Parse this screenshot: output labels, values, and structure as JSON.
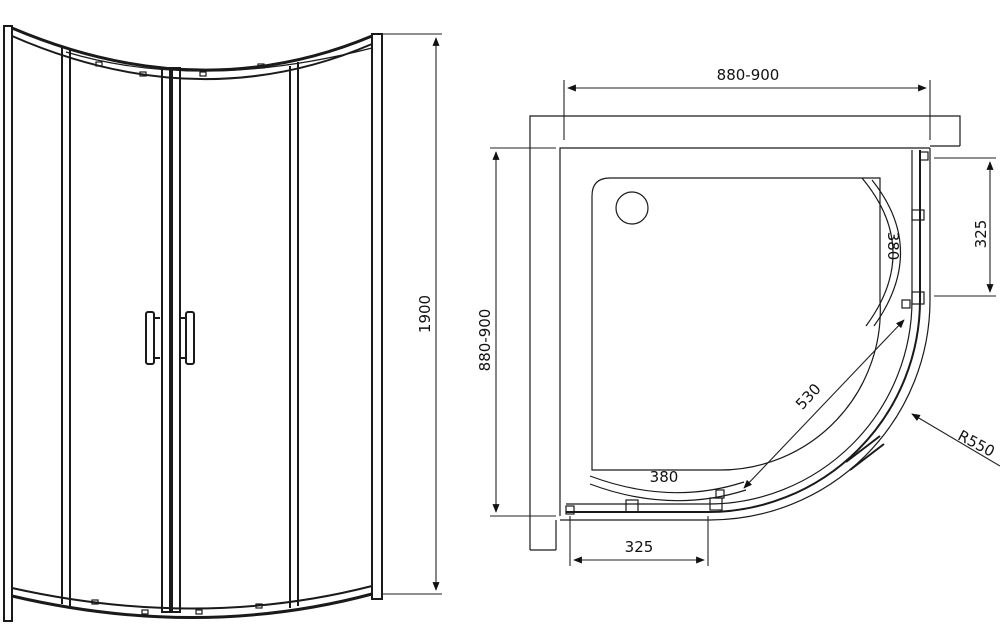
{
  "front_view": {
    "height_label": "1900"
  },
  "plan_view": {
    "top_width_label": "880-900",
    "left_depth_label": "880-900",
    "right_offset_label": "325",
    "bottom_offset_label": "325",
    "door_right_label": "380",
    "door_bottom_label": "380",
    "diagonal_label": "530",
    "radius_label": "R550"
  },
  "colors": {
    "line": "#1a1a1a",
    "background": "#ffffff"
  }
}
